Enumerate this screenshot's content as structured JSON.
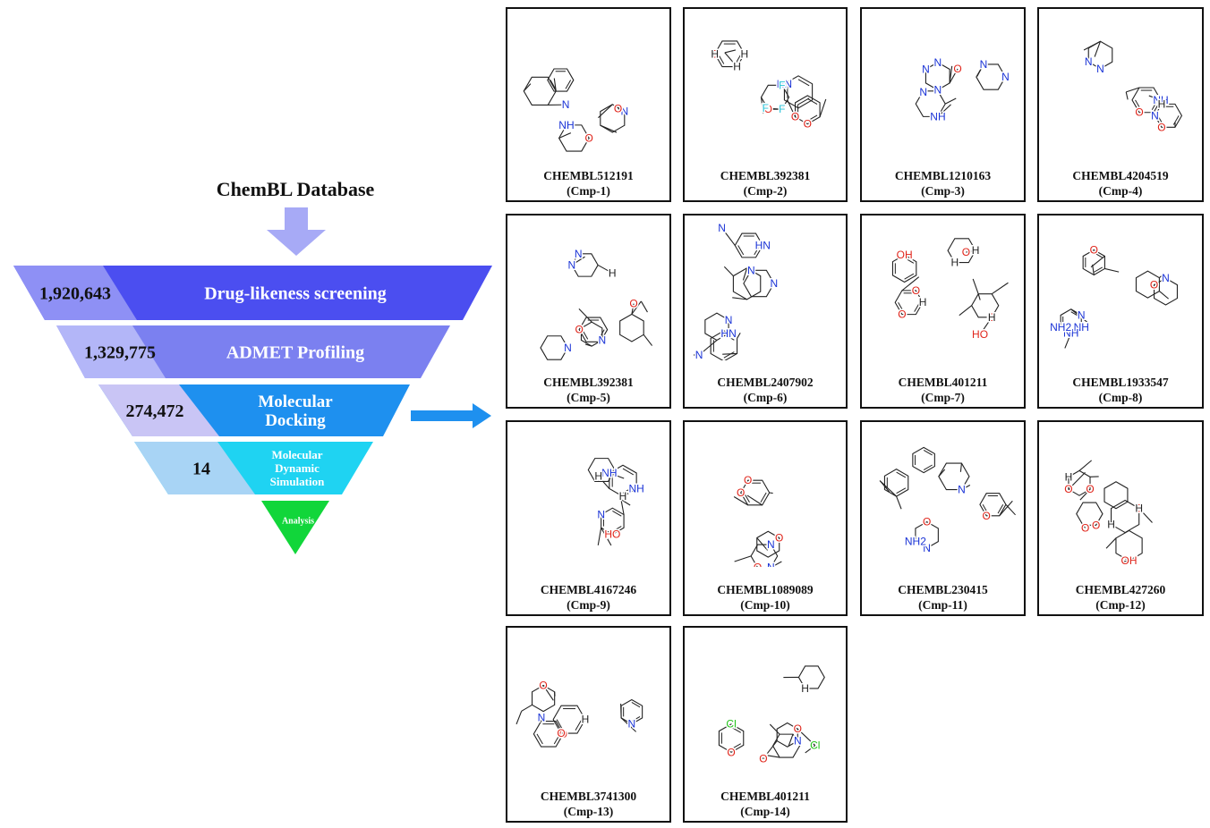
{
  "database_title": "ChemBL Database",
  "funnel": [
    {
      "count": "1,920,643",
      "label_lines": [
        "Drug-likeness screening"
      ],
      "color": "#4b4ef0",
      "num_bg": "#8e90f5"
    },
    {
      "count": "1,329,775",
      "label_lines": [
        "ADMET Profiling"
      ],
      "color": "#7b80f0",
      "num_bg": "#b3b6f8"
    },
    {
      "count": "274,472",
      "label_lines": [
        "Molecular",
        "Docking"
      ],
      "color": "#1e90ef",
      "num_bg": "#c9c5f5"
    },
    {
      "count": "14",
      "label_lines": [
        "Molecular",
        "Dynamic",
        "Simulation"
      ],
      "color": "#1fd3f2",
      "num_bg": "#a8d4f5"
    },
    {
      "count": "",
      "label_lines": [
        "Analysis"
      ],
      "color": "#11d63a",
      "num_bg": ""
    }
  ],
  "colors": {
    "arrow_down": "#a7aaf6",
    "arrow_right": "#1e90ef",
    "carbon": "#222222",
    "nitrogen": "#1a33d6",
    "oxygen": "#e0241a",
    "fluorine": "#2bc3d9",
    "chlorine": "#22c21a"
  },
  "compounds": [
    {
      "id": "CHEMBL512191",
      "label": "(Cmp-1)",
      "atoms": [
        "N",
        "NH",
        "N",
        "O",
        "O"
      ]
    },
    {
      "id": "CHEMBL392381",
      "label": "(Cmp-2)",
      "atoms": [
        "HN",
        "O",
        "O",
        "O",
        "O",
        "H",
        "H",
        "H",
        "H",
        "F",
        "F",
        "F"
      ]
    },
    {
      "id": "CHEMBL1210163",
      "label": "(Cmp-3)",
      "atoms": [
        "N",
        "N",
        "N",
        "N",
        "N",
        "N",
        "O",
        "NH"
      ]
    },
    {
      "id": "CHEMBL4204519",
      "label": "(Cmp-4)",
      "atoms": [
        "O",
        "O",
        "N",
        "N",
        "N",
        "H",
        "NH",
        "H"
      ]
    },
    {
      "id": "CHEMBL392381",
      "label": "(Cmp-5)",
      "atoms": [
        "H",
        "N",
        "O",
        "N",
        "O",
        "N",
        "N"
      ]
    },
    {
      "id": "CHEMBL2407902",
      "label": "(Cmp-6)",
      "atoms": [
        "N",
        "N",
        "N",
        "O",
        "HN",
        "HN",
        "N",
        "N"
      ]
    },
    {
      "id": "CHEMBL401211",
      "label": "(Cmp-7)",
      "atoms": [
        "O",
        "O",
        "HO",
        "H",
        "H",
        "H",
        "H",
        "O",
        "O",
        "OH"
      ]
    },
    {
      "id": "CHEMBL1933547",
      "label": "(Cmp-8)",
      "atoms": [
        "NH",
        "N",
        "N",
        "O",
        "NH",
        "O",
        "NH2"
      ]
    },
    {
      "id": "CHEMBL4167246",
      "label": "(Cmp-9)",
      "atoms": [
        "NH",
        "N",
        "H",
        "NH",
        "HO",
        "H"
      ]
    },
    {
      "id": "CHEMBL1089089",
      "label": "(Cmp-10)",
      "atoms": [
        "O",
        "N",
        "N",
        "O",
        "O",
        "O",
        "O"
      ]
    },
    {
      "id": "CHEMBL230415",
      "label": "(Cmp-11)",
      "atoms": [
        "O",
        "N",
        "N",
        "NH2",
        "O"
      ]
    },
    {
      "id": "CHEMBL427260",
      "label": "(Cmp-12)",
      "atoms": [
        "O",
        "O",
        "O",
        "OH",
        "H",
        "H",
        "O",
        "H",
        "O"
      ]
    },
    {
      "id": "CHEMBL3741300",
      "label": "(Cmp-13)",
      "atoms": [
        "N",
        "O",
        "O",
        "N",
        "H",
        "O"
      ]
    },
    {
      "id": "CHEMBL401211",
      "label": "(Cmp-14)",
      "atoms": [
        "Cl",
        "Cl",
        "O",
        "H",
        "N",
        "O",
        "H",
        "O",
        "O"
      ]
    }
  ]
}
